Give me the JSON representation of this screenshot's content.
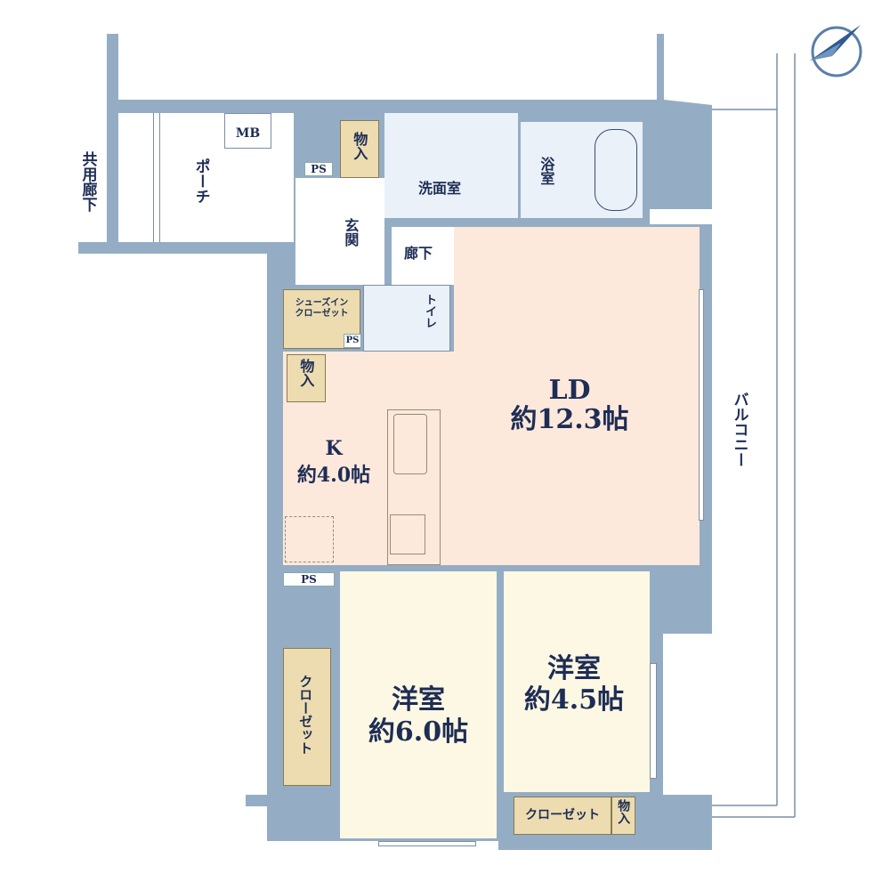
{
  "rooms": {
    "common_corridor": "共用廊下",
    "porch": "ポーチ",
    "mb": "MB",
    "ps": "PS",
    "storage": "物入",
    "washroom": "洗面室",
    "bath": "浴室",
    "entrance": "玄関",
    "hallway": "廊下",
    "toilet": "トイレ",
    "shoe_closet": "シューズイン\nクローゼット",
    "ld_name": "LD",
    "ld_size": "約12.3帖",
    "k_name": "K",
    "k_size": "約4.0帖",
    "western1_name": "洋室",
    "western1_size": "約6.0帖",
    "western2_name": "洋室",
    "western2_size": "約4.5帖",
    "closet": "クローゼット",
    "balcony": "バルコニー"
  },
  "colors": {
    "wall": "#94adc4",
    "text": "#1e2d55"
  }
}
